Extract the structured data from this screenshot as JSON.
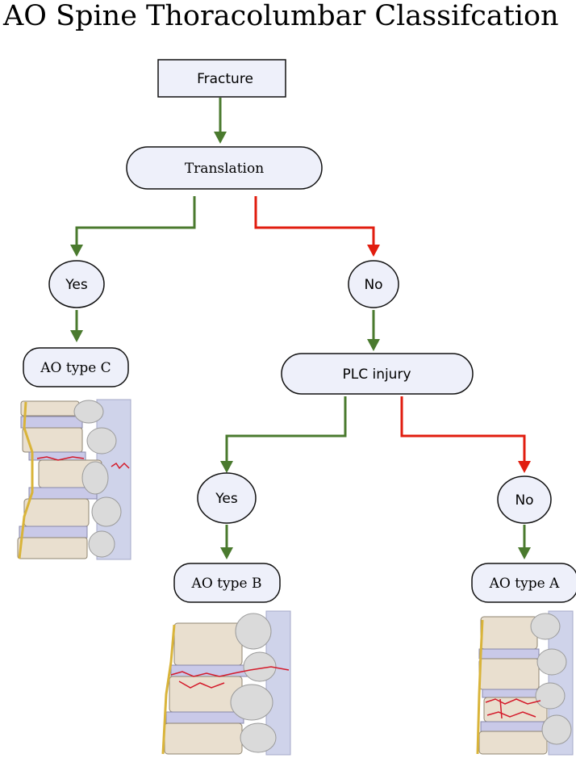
{
  "title": "AO Spine Thoracolumbar Classifcation",
  "nodes": {
    "fracture": "Fracture",
    "translation": "Translation",
    "translation_yes": "Yes",
    "translation_no": "No",
    "ao_type_c": "AO type C",
    "plc_injury": "PLC injury",
    "plc_yes": "Yes",
    "plc_no": "No",
    "ao_type_b": "AO type B",
    "ao_type_a": "AO type A"
  },
  "colors": {
    "yes_arrow": "#4a7a2e",
    "no_arrow": "#e11d0f",
    "node_fill": "#eef0fa",
    "fracture_line": "#d41a2a"
  },
  "illustrations": [
    "spine-type-c-illustration",
    "spine-type-b-illustration",
    "spine-type-a-illustration"
  ]
}
